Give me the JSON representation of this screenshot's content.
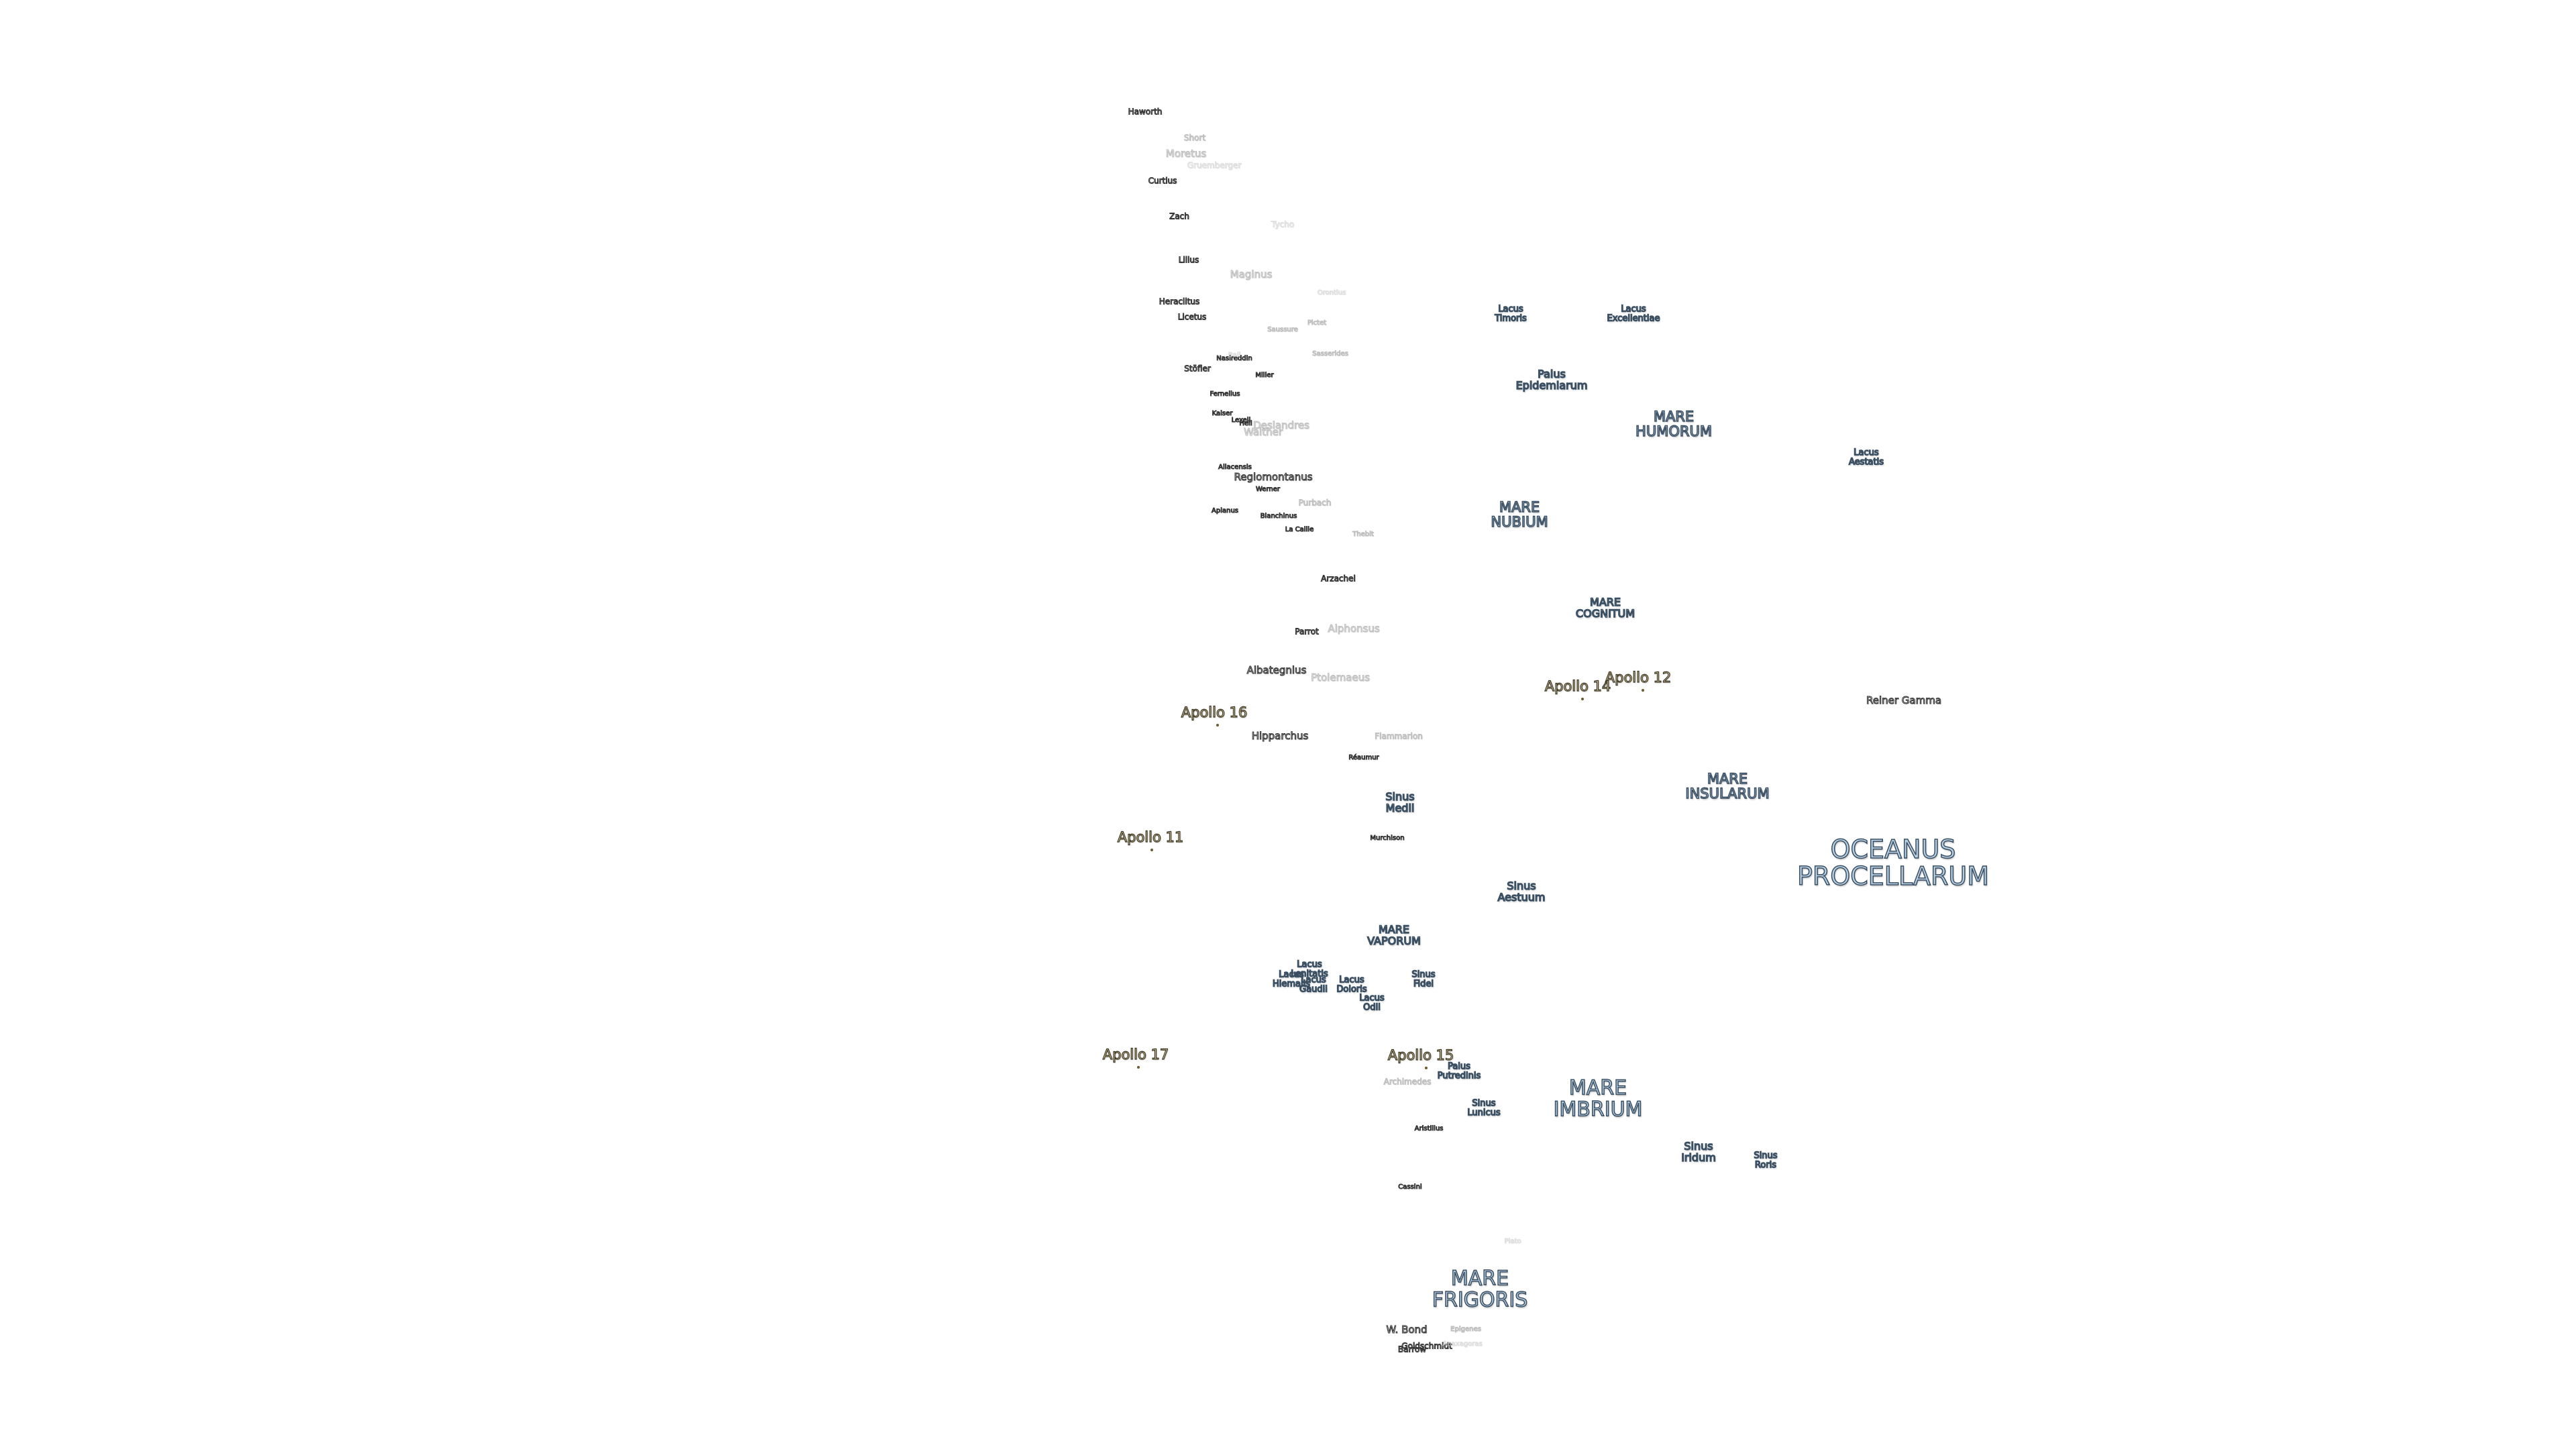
{
  "map": {
    "labels": [
      {
        "kind": "sea",
        "size": "s1",
        "lines": [
          "OCEANUS",
          "PROCELLARUM"
        ]
      },
      {
        "kind": "sea",
        "size": "s2",
        "lines": [
          "MARE",
          "IMBRIUM"
        ]
      },
      {
        "kind": "sea",
        "size": "s2",
        "lines": [
          "MARE",
          "FRIGORIS"
        ]
      },
      {
        "kind": "sea",
        "size": "s3",
        "lines": [
          "MARE",
          "NUBIUM"
        ]
      },
      {
        "kind": "sea",
        "size": "s3",
        "lines": [
          "MARE",
          "HUMORUM"
        ]
      },
      {
        "kind": "sea",
        "size": "s3",
        "lines": [
          "MARE",
          "INSULARUM"
        ]
      },
      {
        "kind": "sea",
        "size": "s4",
        "lines": [
          "MARE",
          "COGNITUM"
        ]
      },
      {
        "kind": "sea",
        "size": "s4",
        "lines": [
          "MARE",
          "VAPORUM"
        ]
      },
      {
        "kind": "sea",
        "size": "s4",
        "lines": [
          "Palus",
          "Epidemiarum"
        ]
      },
      {
        "kind": "sea",
        "size": "s4",
        "lines": [
          "Sinus",
          "Aestuum"
        ]
      },
      {
        "kind": "sea",
        "size": "s4",
        "lines": [
          "Sinus",
          "Medii"
        ]
      },
      {
        "kind": "sea",
        "size": "s4",
        "lines": [
          "Sinus",
          "Iridum"
        ]
      },
      {
        "kind": "sea",
        "size": "s5",
        "lines": [
          "Sinus",
          "Roris"
        ]
      },
      {
        "kind": "sea",
        "size": "s5",
        "lines": [
          "Lacus",
          "Timoris"
        ]
      },
      {
        "kind": "sea",
        "size": "s5",
        "lines": [
          "Lacus",
          "Excellentiae"
        ]
      },
      {
        "kind": "sea",
        "size": "s5",
        "lines": [
          "Lacus",
          "Aestatis"
        ]
      },
      {
        "kind": "sea",
        "size": "s5",
        "lines": [
          "Sinus",
          "Lunicus"
        ]
      },
      {
        "kind": "sea",
        "size": "s5",
        "lines": [
          "Palus",
          "Putredinis"
        ]
      },
      {
        "kind": "sea",
        "size": "s5",
        "lines": [
          "Lacus",
          "Doloris"
        ]
      },
      {
        "kind": "sea",
        "size": "s5",
        "lines": [
          "Lacus",
          "Gaudii"
        ]
      },
      {
        "kind": "sea",
        "size": "s5",
        "lines": [
          "Lacus",
          "Lenitatis"
        ]
      },
      {
        "kind": "sea",
        "size": "s5",
        "lines": [
          "Lacus",
          "Odii"
        ]
      },
      {
        "kind": "sea",
        "size": "s5",
        "lines": [
          "Sinus",
          "Fidei"
        ]
      },
      {
        "kind": "sea",
        "size": "s5",
        "lines": [
          "Lacus",
          "Hiemalis"
        ]
      },
      {
        "kind": "apollo",
        "lines": [
          "Apollo 11"
        ]
      },
      {
        "kind": "apollo",
        "lines": [
          "Apollo 12"
        ]
      },
      {
        "kind": "apollo",
        "lines": [
          "Apollo 14"
        ]
      },
      {
        "kind": "apollo",
        "lines": [
          "Apollo 15"
        ]
      },
      {
        "kind": "apollo",
        "lines": [
          "Apollo 16"
        ]
      },
      {
        "kind": "apollo",
        "lines": [
          "Apollo 17"
        ]
      },
      {
        "kind": "crater",
        "size": "c-md",
        "lines": [
          "Reiner Gamma"
        ]
      },
      {
        "kind": "crater",
        "size": "c-sm",
        "lines": [
          "Haworth"
        ]
      },
      {
        "kind": "crater",
        "size": "c-sm",
        "style": "faded",
        "lines": [
          "Short"
        ]
      },
      {
        "kind": "crater",
        "size": "c-md",
        "style": "faded",
        "lines": [
          "Moretus"
        ]
      },
      {
        "kind": "crater",
        "size": "c-sm",
        "style": "ghost",
        "lines": [
          "Gruemberger"
        ]
      },
      {
        "kind": "crater",
        "size": "c-sm",
        "lines": [
          "Curtius"
        ]
      },
      {
        "kind": "crater",
        "size": "c-sm",
        "lines": [
          "Zach"
        ]
      },
      {
        "kind": "crater",
        "size": "c-sm",
        "style": "ghost",
        "lines": [
          "Tycho"
        ]
      },
      {
        "kind": "crater",
        "size": "c-sm",
        "lines": [
          "Lilius"
        ]
      },
      {
        "kind": "crater",
        "size": "c-md",
        "style": "faded",
        "lines": [
          "Maginus"
        ]
      },
      {
        "kind": "crater",
        "size": "c-sm",
        "lines": [
          "Heraclitus"
        ]
      },
      {
        "kind": "crater",
        "size": "c-sm",
        "lines": [
          "Licetus"
        ]
      },
      {
        "kind": "crater",
        "size": "c-xs",
        "style": "ghost",
        "lines": [
          "Orontius"
        ]
      },
      {
        "kind": "crater",
        "size": "c-xs",
        "style": "faded",
        "lines": [
          "Pictet"
        ]
      },
      {
        "kind": "crater",
        "size": "c-xs",
        "style": "faded",
        "lines": [
          "Saussure"
        ]
      },
      {
        "kind": "crater",
        "size": "c-sm",
        "lines": [
          "Stöfler"
        ]
      },
      {
        "kind": "crater",
        "size": "c-xs",
        "lines": [
          "Nasireddin"
        ]
      },
      {
        "kind": "crater",
        "size": "c-md",
        "style": "faded",
        "lines": [
          "Deslandres"
        ]
      },
      {
        "kind": "crater",
        "size": "c-xs",
        "style": "ghost",
        "lines": [
          "Ball"
        ]
      },
      {
        "kind": "crater",
        "size": "c-xs",
        "lines": [
          "Miller"
        ]
      },
      {
        "kind": "crater",
        "size": "c-xs",
        "style": "faded",
        "lines": [
          "Sasserides"
        ]
      },
      {
        "kind": "crater",
        "size": "c-xs",
        "lines": [
          "Fernelius"
        ]
      },
      {
        "kind": "crater",
        "size": "c-xs",
        "lines": [
          "Lexell"
        ]
      },
      {
        "kind": "crater",
        "size": "c-xs",
        "lines": [
          "Kaiser"
        ]
      },
      {
        "kind": "crater",
        "size": "c-xs",
        "lines": [
          "Hell"
        ]
      },
      {
        "kind": "crater",
        "size": "c-md",
        "style": "faded",
        "lines": [
          "Walther"
        ]
      },
      {
        "kind": "crater",
        "size": "c-xs",
        "lines": [
          "Aliacensis"
        ]
      },
      {
        "kind": "crater",
        "size": "c-md",
        "lines": [
          "Regiomontanus"
        ]
      },
      {
        "kind": "crater",
        "size": "c-xs",
        "lines": [
          "Werner"
        ]
      },
      {
        "kind": "crater",
        "size": "c-sm",
        "style": "faded",
        "lines": [
          "Purbach"
        ]
      },
      {
        "kind": "crater",
        "size": "c-xs",
        "lines": [
          "Apianus"
        ]
      },
      {
        "kind": "crater",
        "size": "c-xs",
        "lines": [
          "Blanchinus"
        ]
      },
      {
        "kind": "crater",
        "size": "c-xs",
        "lines": [
          "La Caille"
        ]
      },
      {
        "kind": "crater",
        "size": "c-xs",
        "style": "faded",
        "lines": [
          "Thebit"
        ]
      },
      {
        "kind": "crater",
        "size": "c-sm",
        "lines": [
          "Arzachel"
        ]
      },
      {
        "kind": "crater",
        "size": "c-sm",
        "lines": [
          "Parrot"
        ]
      },
      {
        "kind": "crater",
        "size": "c-md",
        "style": "faded",
        "lines": [
          "Alphonsus"
        ]
      },
      {
        "kind": "crater",
        "size": "c-md",
        "lines": [
          "Albategnius"
        ]
      },
      {
        "kind": "crater",
        "size": "c-md",
        "style": "faded",
        "lines": [
          "Ptolemaeus"
        ]
      },
      {
        "kind": "crater",
        "size": "c-md",
        "lines": [
          "Hipparchus"
        ]
      },
      {
        "kind": "crater",
        "size": "c-sm",
        "style": "faded",
        "lines": [
          "Flammarion"
        ]
      },
      {
        "kind": "crater",
        "size": "c-xs",
        "lines": [
          "Réaumur"
        ]
      },
      {
        "kind": "crater",
        "size": "c-xs",
        "lines": [
          "Murchison"
        ]
      },
      {
        "kind": "crater",
        "size": "c-sm",
        "style": "faded",
        "lines": [
          "Archimedes"
        ]
      },
      {
        "kind": "crater",
        "size": "c-xs",
        "lines": [
          "Aristillus"
        ]
      },
      {
        "kind": "crater",
        "size": "c-xs",
        "lines": [
          "Cassini"
        ]
      },
      {
        "kind": "crater",
        "size": "c-xs",
        "style": "ghost",
        "lines": [
          "Plato"
        ]
      },
      {
        "kind": "crater",
        "size": "c-md",
        "lines": [
          "W. Bond"
        ]
      },
      {
        "kind": "crater",
        "size": "c-xs",
        "style": "faded",
        "lines": [
          "Epigenes"
        ]
      },
      {
        "kind": "crater",
        "size": "c-sm",
        "lines": [
          "Goldschmidt"
        ]
      },
      {
        "kind": "crater",
        "size": "c-xs",
        "style": "ghost",
        "lines": [
          "Anaxagoras"
        ]
      },
      {
        "kind": "crater",
        "size": "c-sm",
        "lines": [
          "Barrow"
        ]
      }
    ]
  }
}
